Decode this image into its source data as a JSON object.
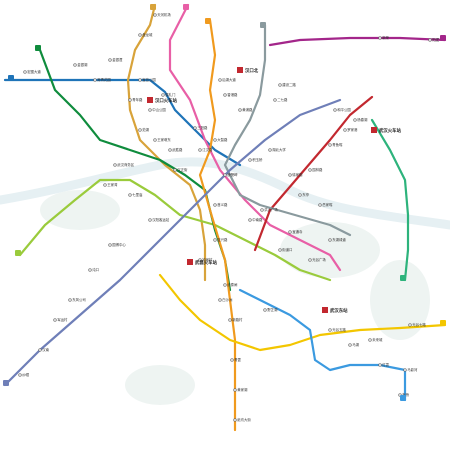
{
  "colors": {
    "background": "#ffffff",
    "river": "#e6f0f3",
    "district_band": "#eef4f2"
  },
  "lines": [
    {
      "id": "L1",
      "color": "#1f74b8"
    },
    {
      "id": "L2",
      "color": "#e85fa6"
    },
    {
      "id": "L3",
      "color": "#d8a33a"
    },
    {
      "id": "L4",
      "color": "#9acb3c"
    },
    {
      "id": "L5",
      "color": "#c2282f"
    },
    {
      "id": "L6",
      "color": "#0f8c3d"
    },
    {
      "id": "L7",
      "color": "#f09a1e"
    },
    {
      "id": "L8",
      "color": "#8a9a9e"
    },
    {
      "id": "L11",
      "color": "#f3c600"
    },
    {
      "id": "L16",
      "color": "#2db37c"
    },
    {
      "id": "L19",
      "color": "#3b9ae0"
    },
    {
      "id": "L21",
      "color": "#a3268a"
    },
    {
      "id": "L12",
      "color": "#6f7fb8"
    }
  ],
  "hubs": {
    "hankou": "汉口火车站",
    "wuchang": "武昌火车站",
    "wuhan": "武汉火车站",
    "wuhan_east": "武汉东站",
    "hankou_north": "汉口北"
  },
  "stations": {
    "s01": "宏图大道",
    "s02": "三阳路",
    "s03": "循礼门",
    "s04": "中山公园",
    "s05": "宝岛公园",
    "s06": "积玉桥",
    "s07": "徐家棚",
    "s08": "杨春湖",
    "s09": "钟家村",
    "s10": "武胜路",
    "s11": "江汉路",
    "s12": "大智路",
    "s13": "洪山广场",
    "s14": "街道口",
    "s15": "光谷广场",
    "s16": "金银潭",
    "s17": "常青花园",
    "s18": "范湖",
    "s19": "王家墩东",
    "s20": "青年路",
    "s21": "二七路",
    "s22": "黄浦路",
    "s23": "螃蟹岬",
    "s24": "中南路",
    "s25": "宝通寺",
    "s26": "湖北大学",
    "s27": "青鱼嘴",
    "s28": "东亭",
    "s29": "岳家嘴",
    "s30": "建设二路",
    "s31": "和平公园",
    "s32": "园林路",
    "s33": "罗家港",
    "s34": "汉阳客运站",
    "s35": "王家湾",
    "s36": "七里庙",
    "s37": "国博中心",
    "s38": "汉南",
    "s39": "东风公司",
    "s40": "沌口",
    "s41": "军运村",
    "s42": "纱帽",
    "s43": "野芷湖",
    "s44": "光谷五路",
    "s45": "未来城",
    "s46": "光谷七路",
    "s47": "天河机场",
    "s48": "盘龙城",
    "s49": "阳逻",
    "s50": "新荣",
    "s51": "后湖大道",
    "s52": "金银湖",
    "s53": "武汉商务区",
    "s54": "香港路",
    "s55": "汉正街",
    "s56": "首义路",
    "s57": "复兴路",
    "s58": "武泰闸",
    "s59": "新路村",
    "s60": "青菱",
    "s61": "纸坊大街",
    "s62": "黄家湖",
    "s63": "白沙洲",
    "s64": "东湖绿道",
    "s65": "马湖",
    "s66": "红霞",
    "s67": "板桥",
    "s68": "马影河"
  }
}
